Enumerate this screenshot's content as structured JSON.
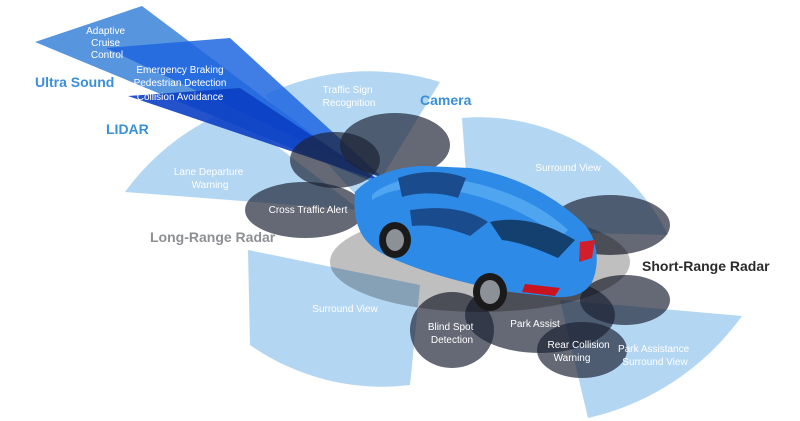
{
  "sensors": {
    "ultra_sound": "Ultra Sound",
    "lidar": "LIDAR",
    "camera": "Camera",
    "long_range_radar": "Long-Range Radar",
    "short_range_radar": "Short-Range Radar"
  },
  "features": {
    "adaptive_cruise_control": [
      "Adaptive",
      "Cruise",
      "Control"
    ],
    "emergency_braking": "Emergency Braking",
    "pedestrian_detection": "Pedestrian Detection",
    "collision_avoidance": "Collision Avoidance",
    "traffic_sign_recognition": [
      "Traffic Sign",
      "Recognition"
    ],
    "lane_departure_warning": [
      "Lane Departure",
      "Warning"
    ],
    "cross_traffic_alert": "Cross Traffic Alert",
    "surround_view_front": "Surround View",
    "surround_view_rear": "Surround View",
    "blind_spot_detection": [
      "Blind Spot",
      "Detection"
    ],
    "park_assist": "Park Assist",
    "rear_collision_warning": [
      "Rear Collision",
      "Warning"
    ],
    "park_assistance_surround_view": [
      "Park Assistance",
      "Surround View"
    ]
  },
  "colors": {
    "light_fan": "#a6cff1",
    "mid_fan": "#4d93de",
    "deep_beam": "#0b3fc4",
    "ellipse_dark": "#1c2233",
    "car_body": "#2d8ae6",
    "label_blue": "#3a8fd9",
    "label_gray": "#8d8f93"
  }
}
